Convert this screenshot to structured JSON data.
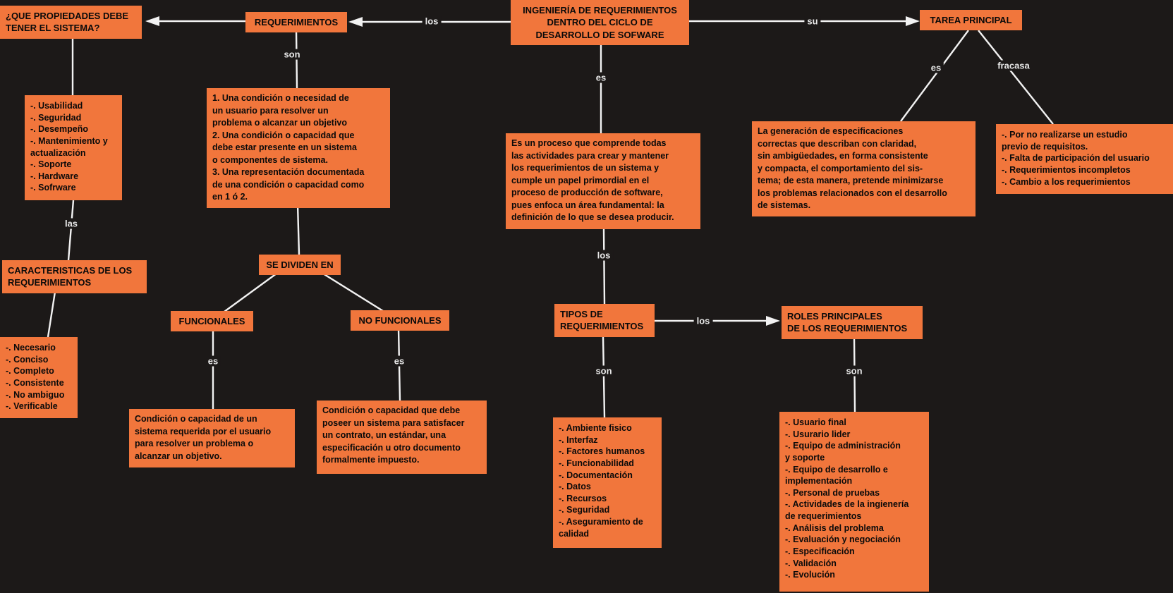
{
  "colors": {
    "background": "#1C1918",
    "box_fill": "#F1763C",
    "box_text": "#0A0A0A",
    "line": "#F2F2F2",
    "label_text": "#E8E8E8"
  },
  "nodes": {
    "pregunta_sistema": {
      "text": "¿QUE PROPIEDADES DEBE\nTENER EL SISTEMA?"
    },
    "requerimientos": {
      "text": "REQUERIMIENTOS"
    },
    "central": {
      "text": "INGENIERÍA DE REQUERIMIENTOS\nDENTRO DEL CICLO DE\nDESARROLLO DE SOFWARE"
    },
    "tarea_principal": {
      "text": "TAREA PRINCIPAL"
    },
    "propiedades_lista": {
      "text": "-. Usabilidad\n-. Seguridad\n-. Desempeño\n-. Mantenimiento y\nactualización\n-. Soporte\n-. Hardware\n-. Sofrware"
    },
    "definiciones": {
      "text": "1. Una condición o necesidad de\nun usuario para resolver un\nproblema o alcanzar un objetivo\n2. Una condición o capacidad que\ndebe estar presente en un sistema\no componentes de sistema.\n3. Una representación documentada\nde una condición o capacidad como\nen 1 ó 2."
    },
    "proceso": {
      "text": "Es un proceso que comprende todas\nlas actividades para crear y mantener\nlos requerimientos de un sistema y\ncumple un papel primordial en el\nproceso de producción de software,\npues enfoca un área fundamental: la\ndefinición de lo que se desea producir."
    },
    "generacion": {
      "text": "La generación de especificaciones\ncorrectas que describan con claridad,\nsin ambigüedades, en forma consistente\ny compacta, el comportamiento del sis-\ntema; de esta manera, pretende minimizarse\nlos problemas relacionados con el desarrollo\nde sistemas."
    },
    "fracasos_lista": {
      "text": "-. Por no realizarse un estudio\nprevio de requisitos.\n-. Falta de participación del usuario\n-. Requerimientos incompletos\n-. Cambio a los requerimientos"
    },
    "caracteristicas": {
      "text": "CARACTERISTICAS DE LOS\nREQUERIMIENTOS"
    },
    "caracteristicas_lista": {
      "text": "-. Necesario\n-. Conciso\n-. Completo\n-. Consistente\n-. No ambiguo\n-. Verificable"
    },
    "se_dividen": {
      "text": "SE DIVIDEN EN"
    },
    "funcionales": {
      "text": "FUNCIONALES"
    },
    "no_funcionales": {
      "text": "NO FUNCIONALES"
    },
    "cond_funcional": {
      "text": "Condición o capacidad de un\nsistema requerida por el usuario\npara resolver un problema o\nalcanzar un objetivo."
    },
    "cond_no_funcional": {
      "text": "Condición o capacidad que debe\nposeer un sistema para satisfacer\nun contrato, un estándar, una\nespecificación u otro documento\nformalmente impuesto."
    },
    "tipos": {
      "text": "TIPOS DE\nREQUERIMIENTOS"
    },
    "roles": {
      "text": "ROLES PRINCIPALES\nDE LOS REQUERIMIENTOS"
    },
    "tipos_lista": {
      "text": "-. Ambiente fisico\n-. Interfaz\n-. Factores humanos\n-. Funcionabilidad\n-. Documentación\n-. Datos\n-. Recursos\n-. Seguridad\n-. Aseguramiento de\ncalidad"
    },
    "roles_lista": {
      "text": "-. Usuario final\n-. Usurario lider\n-. Equipo de administración\ny soporte\n-. Equipo de desarrollo e\nimplementación\n-. Personal de pruebas\n-. Actividades de la ingienería\nde requerimientos\n-. Análisis del problema\n-. Evaluación y negociación\n-. Especificación\n-. Validación\n-. Evolución"
    }
  },
  "edge_labels": {
    "los": "los",
    "su": "su",
    "son": "son",
    "es": "es",
    "las": "las",
    "fracasa": "fracasa"
  }
}
